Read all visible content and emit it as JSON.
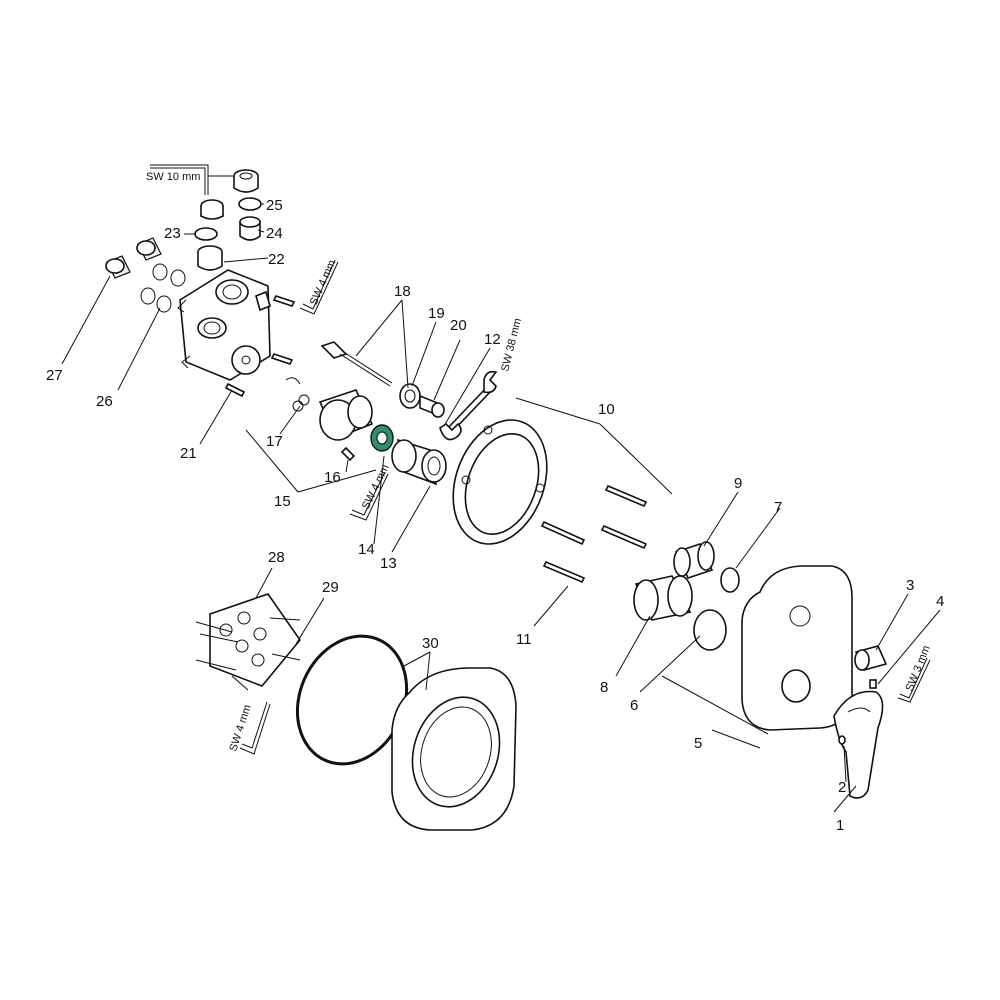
{
  "labels": {
    "p1": "1",
    "p2": "2",
    "p3": "3",
    "p4": "4",
    "p5": "5",
    "p6": "6",
    "p7": "7",
    "p8": "8",
    "p9": "9",
    "p10": "10",
    "p11": "11",
    "p12": "12",
    "p13": "13",
    "p14": "14",
    "p15": "15",
    "p16": "16",
    "p17": "17",
    "p18": "18",
    "p19": "19",
    "p20": "20",
    "p21": "21",
    "p22": "22",
    "p23": "23",
    "p24": "24",
    "p25": "25",
    "p26": "26",
    "p27": "27",
    "p28": "28",
    "p29": "29",
    "p30": "30"
  },
  "tools": {
    "sw10": "SW 10 mm",
    "sw4_top": "SW 4 mm",
    "sw4_mid": "SW 4 mm",
    "sw4_bottom": "SW 4 mm",
    "sw38": "SW 38 mm",
    "sw3": "SW 3 mm"
  },
  "colors": {
    "line": "#111111",
    "accent_nut": "#2f8f6a"
  }
}
